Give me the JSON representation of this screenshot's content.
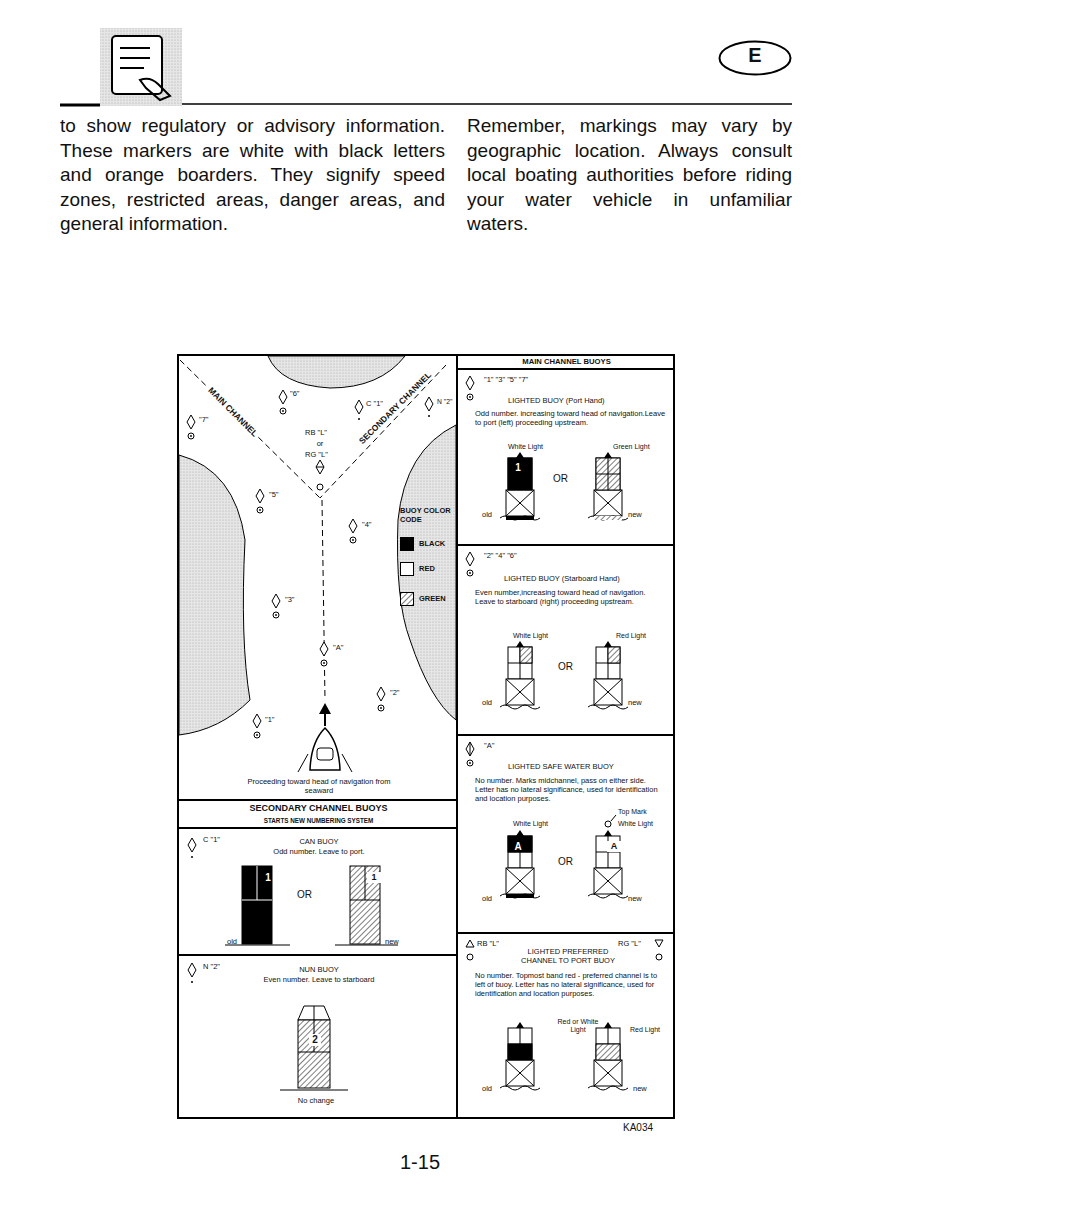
{
  "diagram": {
    "nodes": [
      {
        "text": [
          "E"
        ]
      },
      {
        "text": [
          "\"6\"",
          "\"7\"",
          "C \"1\"",
          "N \"2\"",
          "RB \"L\"",
          "or",
          "RG \"L\"",
          "MAIN CHANNEL",
          "SECONDARY CHANNEL",
          "\"5\"",
          "\"4\"",
          "BUOY COLOR CODE",
          "\"3\"",
          "\"A\"",
          "\"2\"",
          "\"1\"",
          "Proceeding toward head of navigation from seaward"
        ]
      },
      {
        "text": [
          "SECONDARY CHANNEL BUOYS",
          "STARTS NEW NUMBERING SYSTEM"
        ]
      },
      {
        "text": [
          "C \"1\"",
          "CAN BUOY",
          "Odd number. Leave to port.",
          "1",
          "OR",
          "1",
          "old",
          "new"
        ]
      },
      {
        "text": [
          "N \"2\"",
          "NUN BUOY",
          "Even number. Leave to starboard",
          "2",
          "No change"
        ]
      },
      {
        "text": [
          "MAIN CHANNEL BUOYS"
        ]
      },
      {
        "text": [
          "\"1\" \"3\" \"5\" \"7\"",
          "LIGHTED BUOY (Port Hand)",
          "Odd number. increasing toward head of navigation.Leave to port (left) proceeding upstream.",
          "White Light",
          "Green Light",
          "1",
          "OR",
          "old",
          "new"
        ]
      },
      {
        "text": [
          "\"2\" \"4\" \"6\"",
          "LIGHTED BUOY (Starboard Hand)",
          "Even number,increasing toward head of navigation. Leave to starboard (right) proceeding upstream.",
          "White Light",
          "Red Light",
          "OR",
          "old",
          "new"
        ]
      },
      {
        "text": [
          "\"A\"",
          "LIGHTED SAFE WATER BUOY",
          "No number. Marks midchannel, pass on either side. Letter has no lateral significance, used for identification and location purposes.",
          "Top Mark",
          "White Light",
          "White Light",
          "A",
          "OR",
          "A",
          "old",
          "new"
        ]
      },
      {
        "text": [
          "RB \"L\"",
          "RG \"L\"",
          "LIGHTED PREFERRED CHANNEL TO PORT BUOY",
          "No number. Topmost band red - preferred channel is to left of buoy. Letter has no lateral significance, used for identification and location purposes.",
          "Red or White Light",
          "Red Light",
          "old",
          "new"
        ]
      }
    ],
    "labels": [
      "to show regulatory or advisory information. These markers are white with black letters and orange boarders. They signify speed zones, restricted areas, danger areas, and general information.",
      "Remember, markings may vary by geographic location. Always consult local boating authorities before riding your water vehicle in unfamiliar waters.",
      "KA034",
      "1-15"
    ],
    "legend": [
      {
        "text": "BLACK",
        "color": "#000000"
      },
      {
        "text": "RED",
        "color": "#ffffff"
      },
      {
        "text": "GREEN"
      }
    ]
  }
}
